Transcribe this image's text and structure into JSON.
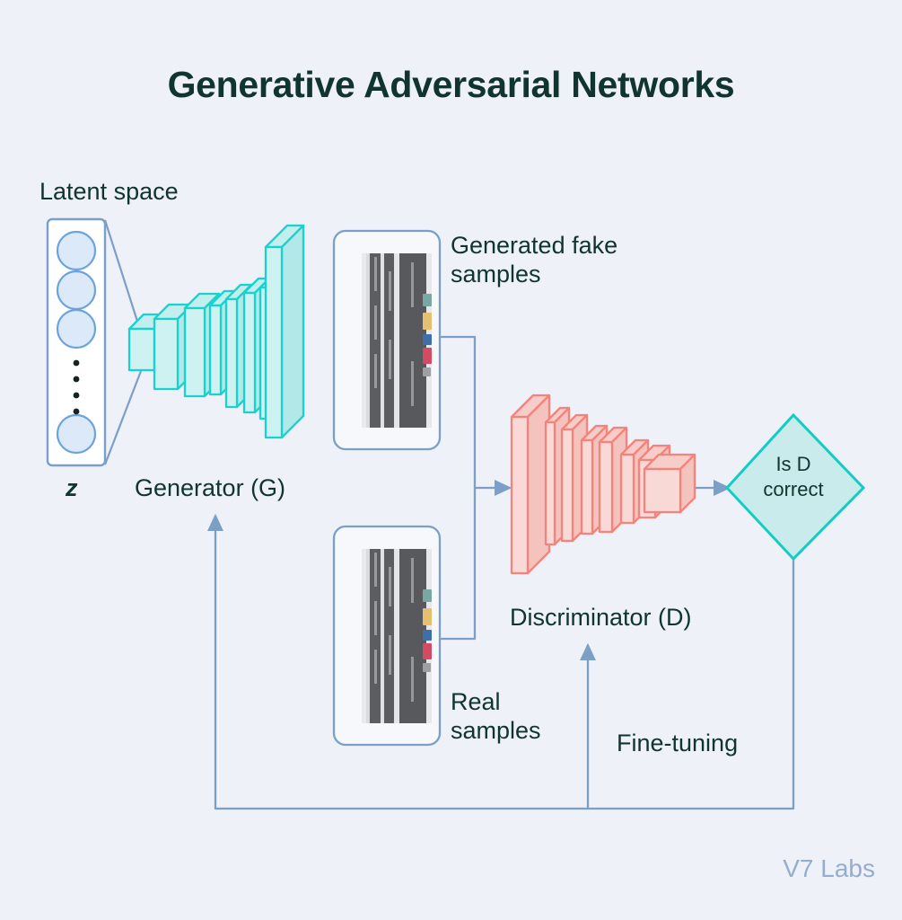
{
  "page": {
    "title": "Generative Adversarial Networks",
    "background_color": "#eef1f7",
    "text_color": "#10342e",
    "watermark": "V7 Labs",
    "watermark_color": "#93aed0"
  },
  "palette": {
    "generator_stroke": "#17d3d0",
    "generator_fill": "#c8f0ef",
    "discriminator_stroke": "#f4837d",
    "discriminator_fill": "#f9d9d6",
    "diamond_stroke": "#13cdc4",
    "diamond_fill": "#c9ebeb",
    "connector": "#7b9fc7",
    "box_stroke": "#7b9fc7",
    "box_fill": "#f6f8fc",
    "node_fill": "#dce9f8",
    "node_stroke": "#6ba3e0",
    "latent_fill": "#ffffff"
  },
  "latent_space": {
    "label": "Latent space",
    "variable_label": "z",
    "node_count": 4,
    "ellipsis_dots": 4
  },
  "generator": {
    "label": "Generator (G)",
    "layer_count": 8,
    "orientation": "expanding-left-to-right"
  },
  "discriminator": {
    "label": "Discriminator (D)",
    "layer_count": 8,
    "orientation": "contracting-left-to-right"
  },
  "samples": {
    "fake": {
      "label": "Generated fake\nsamples",
      "image_description": "aerial-road-scene"
    },
    "real": {
      "label": "Real\nsamples",
      "image_description": "aerial-road-scene"
    }
  },
  "decision": {
    "label": "Is D\ncorrect",
    "shape": "diamond"
  },
  "feedback": {
    "label": "Fine-tuning"
  },
  "connectors": [
    {
      "name": "latent-to-generator",
      "style": "funnel"
    },
    {
      "name": "fake-samples-to-discriminator",
      "style": "elbow-arrow"
    },
    {
      "name": "real-samples-to-discriminator",
      "style": "elbow-arrow"
    },
    {
      "name": "discriminator-to-decision",
      "style": "straight-arrow"
    },
    {
      "name": "decision-to-discriminator-finetune",
      "style": "elbow-arrow"
    },
    {
      "name": "decision-to-generator-feedback",
      "style": "elbow-arrow"
    }
  ]
}
